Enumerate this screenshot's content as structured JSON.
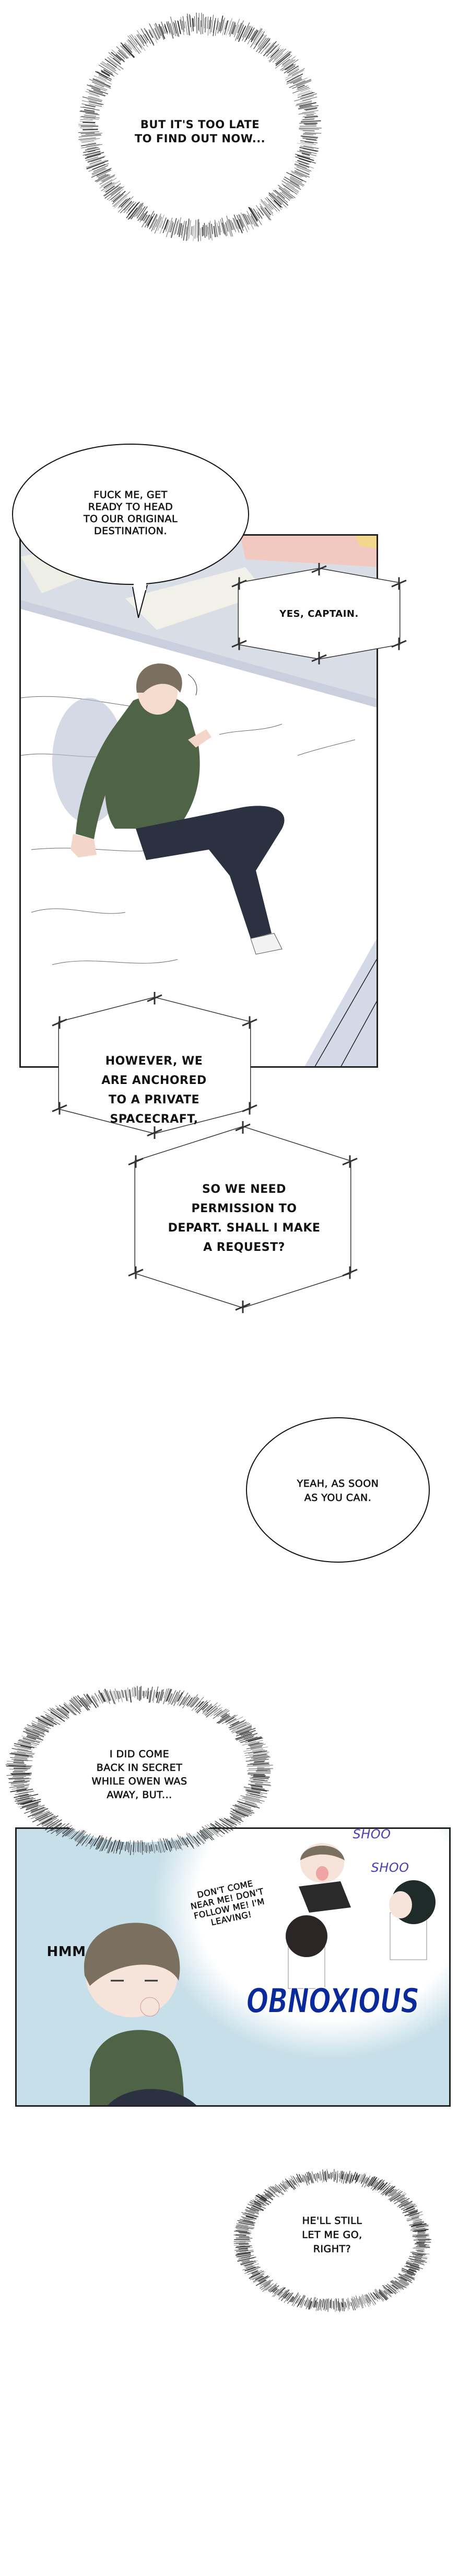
{
  "dialogue": {
    "thought_1": "But it's too late\nto find out now...",
    "speech_1": "Fuck me, get\nready to head\nto our original\ndestination.",
    "system_1": "Yes, Captain.",
    "system_2": "However, we\nare anchored\nto a private\nspacecraft,",
    "system_3": "So we need\npermission to\ndepart. Shall I make\na request?",
    "speech_2": "Yeah, as soon\nas you can.",
    "thought_2": "I did come\nback in secret\nwhile Owen was\naway, but...",
    "flashback_shout": "Don't come\nnear me! Don't\nfollow me! I'm\nleaving!",
    "sfx_shoo_1": "Shoo",
    "sfx_shoo_2": "Shoo",
    "sfx_hmm": "Hmm",
    "sfx_obnoxious": "Obnoxious",
    "thought_3": "He'll still\nlet me go,\nright?"
  },
  "colors": {
    "panel_border": "#222222",
    "flashback_bg": "#c6dfe9",
    "sfx_blue": "#0a2a9c",
    "sfx_purple": "#4a3fb8",
    "sweater_green": "#4f6346",
    "pants_navy": "#2b3140"
  }
}
